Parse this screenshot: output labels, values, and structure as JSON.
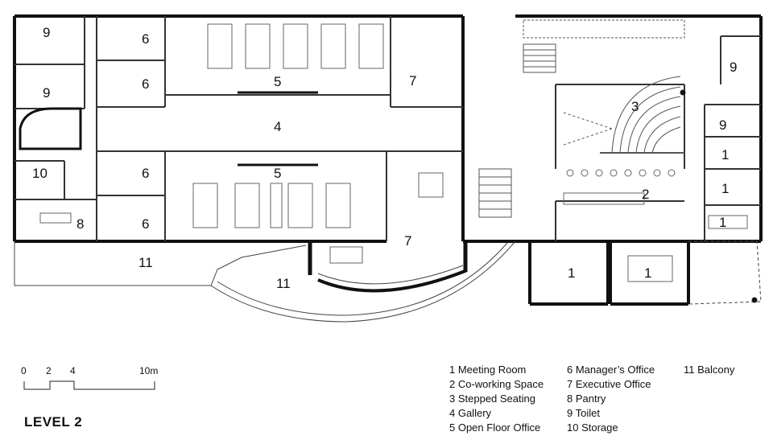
{
  "plan": {
    "title": "LEVEL 2",
    "room_labels": [
      {
        "id": "r9a",
        "text": "9"
      },
      {
        "id": "r6a",
        "text": "6"
      },
      {
        "id": "r9b",
        "text": "9"
      },
      {
        "id": "r6b",
        "text": "6"
      },
      {
        "id": "r5a",
        "text": "5"
      },
      {
        "id": "r7a",
        "text": "7"
      },
      {
        "id": "r4",
        "text": "4"
      },
      {
        "id": "r10",
        "text": "10"
      },
      {
        "id": "r6c",
        "text": "6"
      },
      {
        "id": "r5b",
        "text": "5"
      },
      {
        "id": "r6d",
        "text": "6"
      },
      {
        "id": "r8",
        "text": "8"
      },
      {
        "id": "r7b",
        "text": "7"
      },
      {
        "id": "r11a",
        "text": "11"
      },
      {
        "id": "r11b",
        "text": "11"
      },
      {
        "id": "r3",
        "text": "3"
      },
      {
        "id": "r9c",
        "text": "9"
      },
      {
        "id": "r9d",
        "text": "9"
      },
      {
        "id": "r1a",
        "text": "1"
      },
      {
        "id": "r1b",
        "text": "1"
      },
      {
        "id": "r2",
        "text": "2"
      },
      {
        "id": "r1c",
        "text": "1"
      },
      {
        "id": "r1d",
        "text": "1"
      },
      {
        "id": "r1e",
        "text": "1"
      }
    ],
    "scale": {
      "ticks": [
        "0",
        "2",
        "4",
        "10m"
      ]
    },
    "legend": {
      "col1": [
        "1 Meeting Room",
        "2 Co-working Space",
        "3 Stepped Seating",
        "4 Gallery",
        "5 Open Floor Office"
      ],
      "col2": [
        "6 Manager’s Office",
        "7 Executive Office",
        "8 Pantry",
        "9 Toilet",
        "10 Storage"
      ],
      "col3": [
        "11 Balcony"
      ]
    }
  }
}
